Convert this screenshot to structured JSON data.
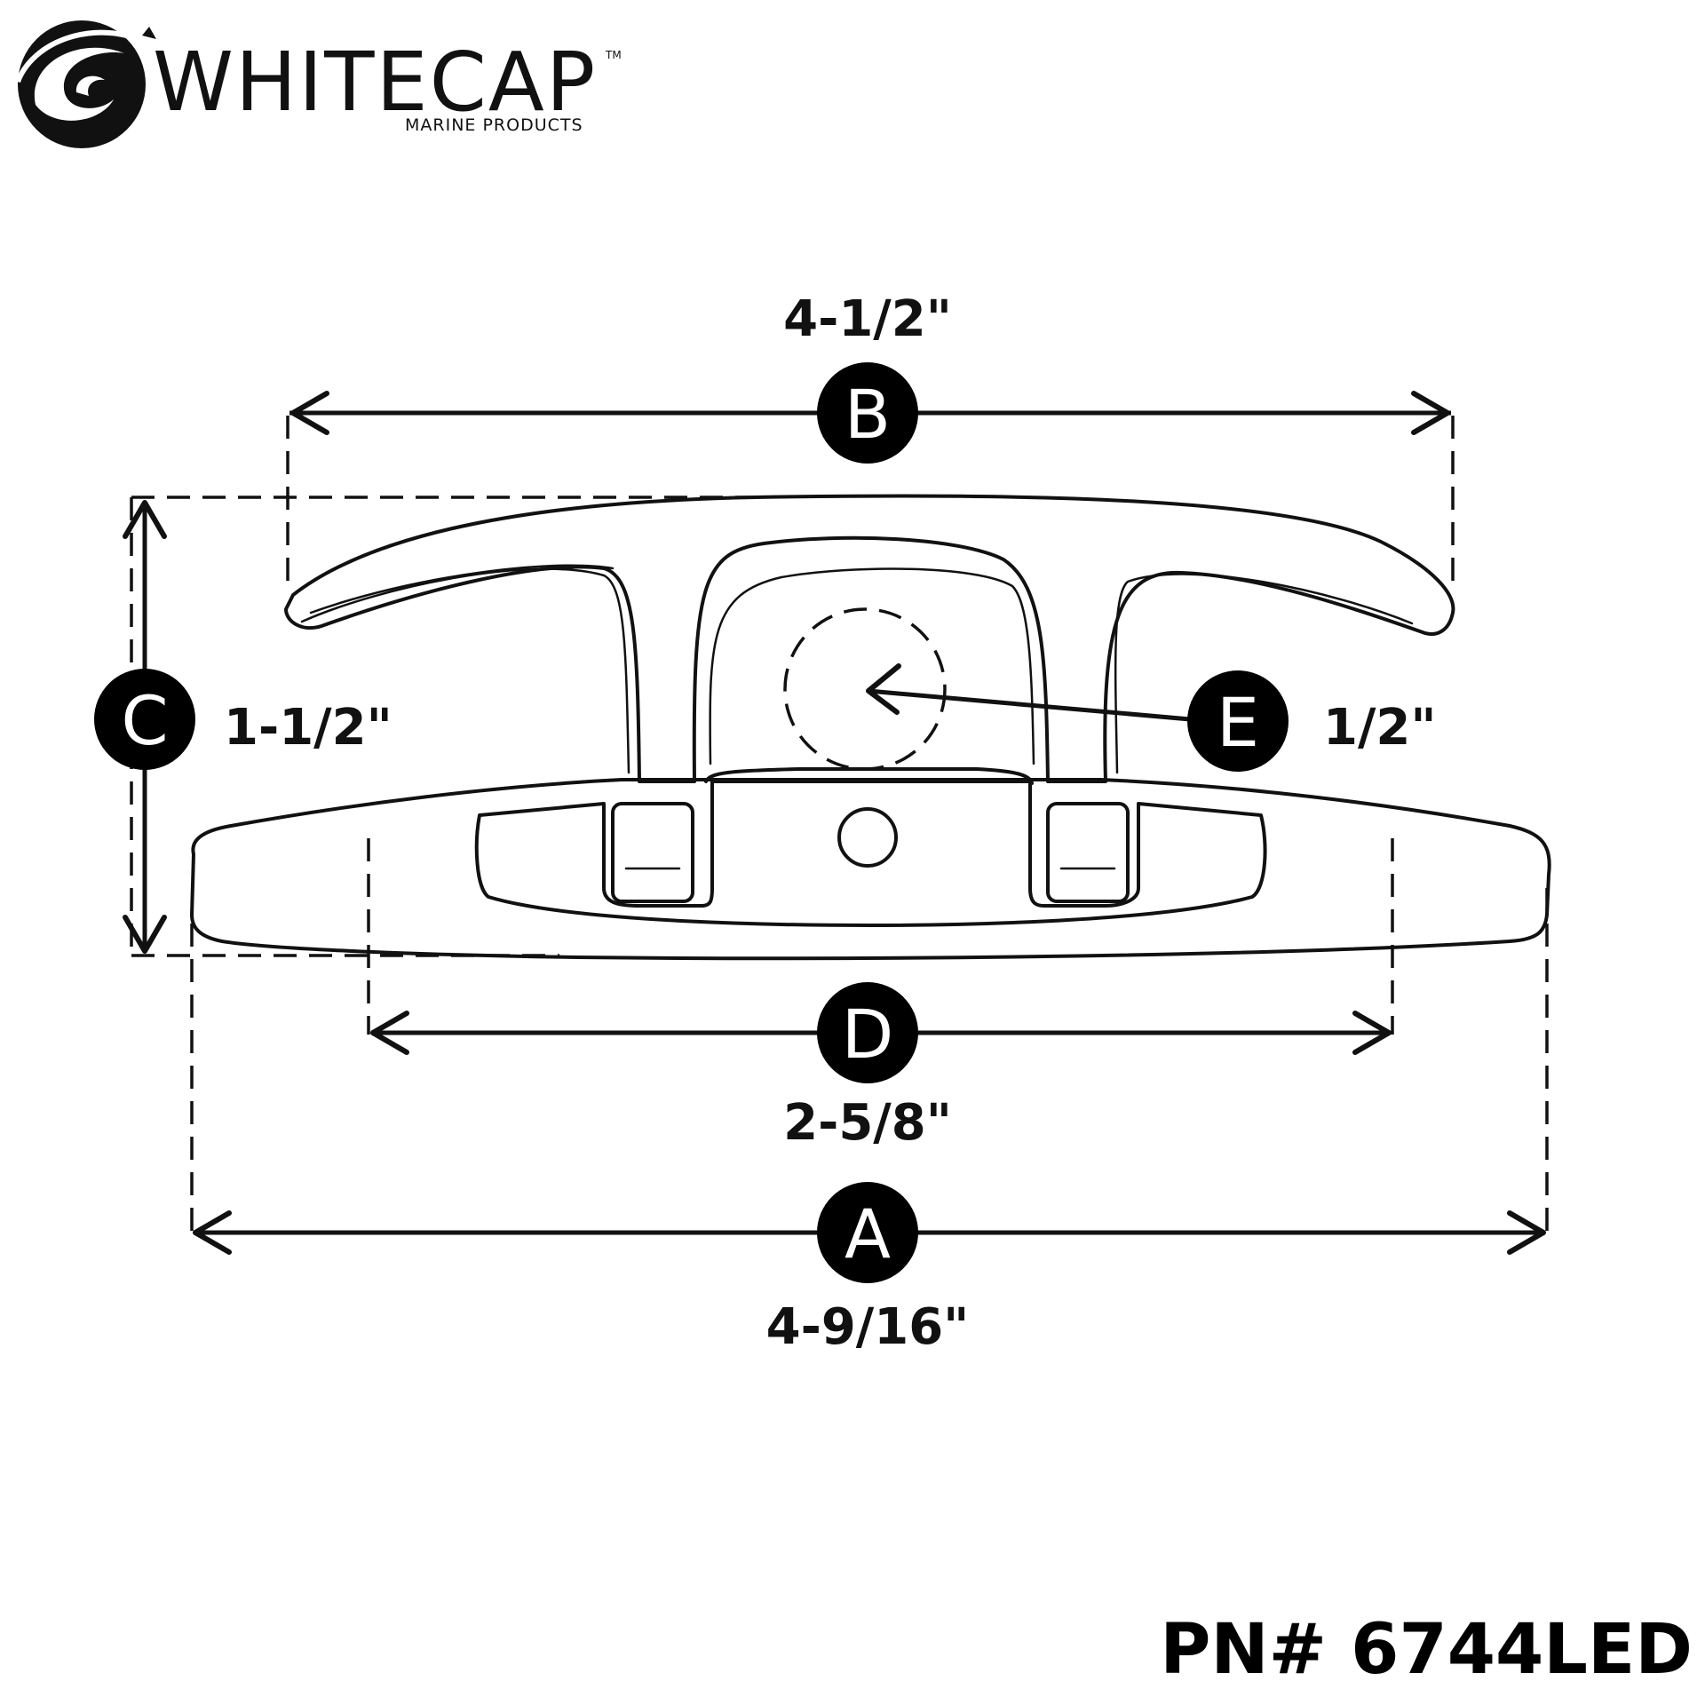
{
  "brand": {
    "name": "WHITECAP",
    "trademark": "TM",
    "subtitle": "MARINE PRODUCTS"
  },
  "dimensions": {
    "A": {
      "letter": "A",
      "value": "4-9/16\""
    },
    "B": {
      "letter": "B",
      "value": "4-1/2\""
    },
    "C": {
      "letter": "C",
      "value": "1-1/2\""
    },
    "D": {
      "letter": "D",
      "value": "2-5/8\""
    },
    "E": {
      "letter": "E",
      "value": "1/2\""
    }
  },
  "part_number": "PN# 6744LED",
  "colors": {
    "ink": "#111111",
    "background": "#ffffff"
  }
}
